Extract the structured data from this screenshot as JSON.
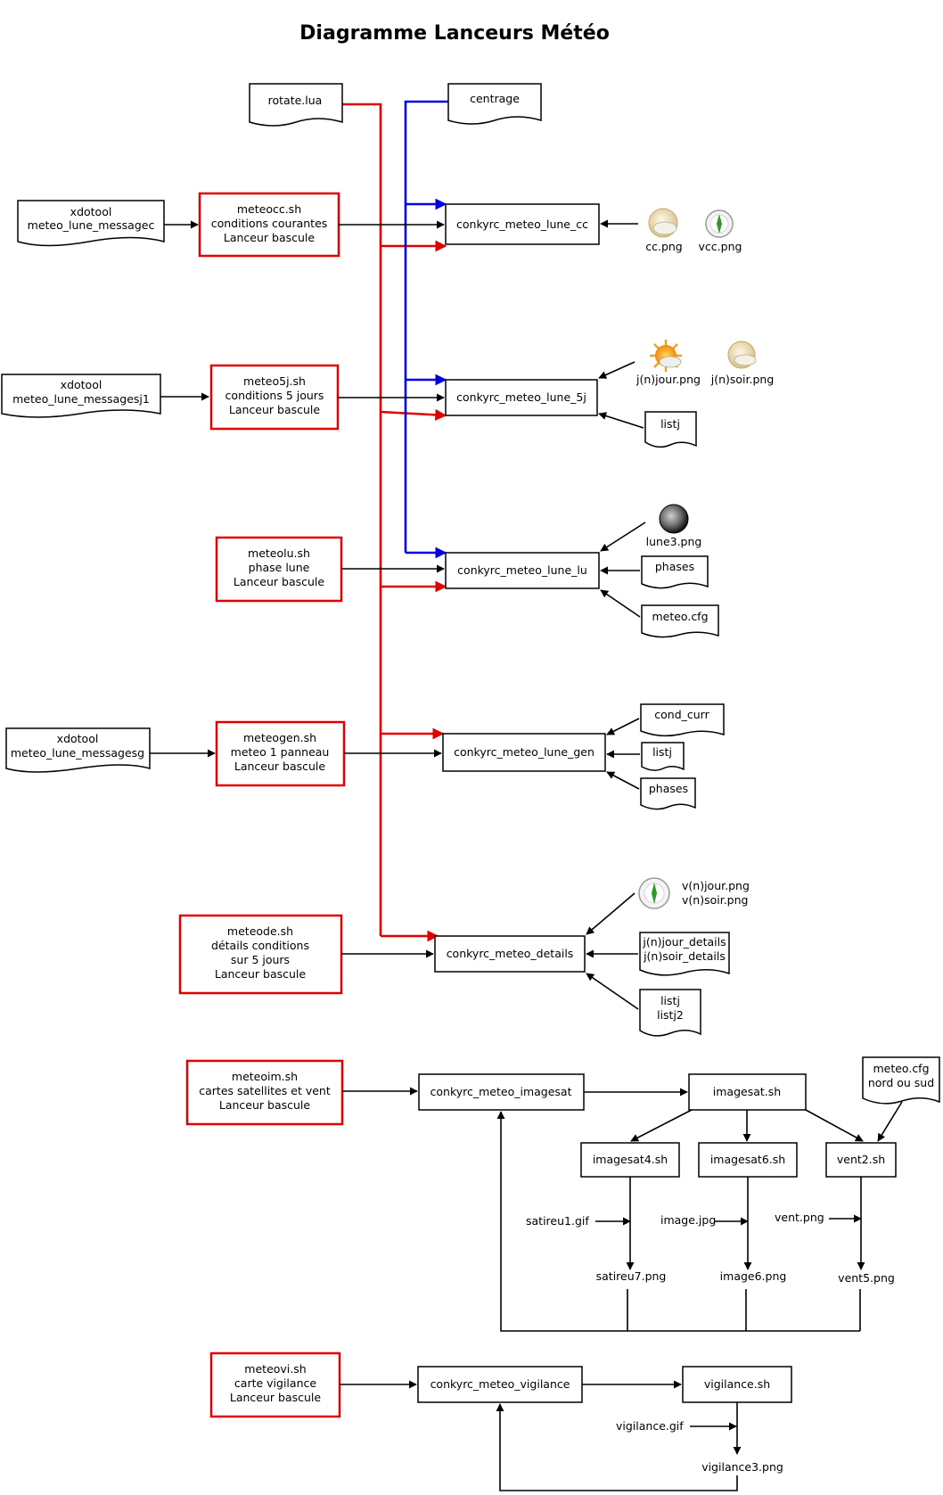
{
  "title": "Diagramme Lanceurs Météo",
  "sources": {
    "rotate": "rotate.lua",
    "centrage": "centrage"
  },
  "xdotool": {
    "cc": [
      "xdotool",
      "meteo_lune_messagec"
    ],
    "j5": [
      "xdotool",
      "meteo_lune_messagesj1"
    ],
    "gen": [
      "xdotool",
      "meteo_lune_messagesg"
    ]
  },
  "launchers": {
    "cc": [
      "meteocc.sh",
      "conditions courantes",
      "Lanceur bascule"
    ],
    "j5": [
      "meteo5j.sh",
      "conditions 5 jours",
      "Lanceur bascule"
    ],
    "lu": [
      "meteolu.sh",
      "phase lune",
      "Lanceur bascule"
    ],
    "gen": [
      "meteogen.sh",
      "meteo 1 panneau",
      "Lanceur bascule"
    ],
    "de": [
      "meteode.sh",
      "détails conditions",
      "sur 5 jours",
      "Lanceur bascule"
    ],
    "im": [
      "meteoim.sh",
      "cartes satellites et vent",
      "Lanceur bascule"
    ],
    "vi": [
      "meteovi.sh",
      "carte vigilance",
      "Lanceur bascule"
    ]
  },
  "conky": {
    "cc": "conkyrc_meteo_lune_cc",
    "j5": "conkyrc_meteo_lune_5j",
    "lu": "conkyrc_meteo_lune_lu",
    "gen": "conkyrc_meteo_lune_gen",
    "details": "conkyrc_meteo_details",
    "imagesat": "conkyrc_meteo_imagesat",
    "vigilance": "conkyrc_meteo_vigilance"
  },
  "images": {
    "cc": "cc.png",
    "vcc": "vcc.png",
    "jour": "j(n)jour.png",
    "soir": "j(n)soir.png",
    "lune": "lune3.png",
    "vjour": "v(n)jour.png",
    "vsoir": "v(n)soir.png"
  },
  "files": {
    "listj": "listj",
    "phases": "phases",
    "meteo_cfg": "meteo.cfg",
    "cond_curr": "cond_curr",
    "details": [
      "j(n)jour_details",
      "j(n)soir_details"
    ],
    "listj_listj2": [
      "listj",
      "listj2"
    ],
    "meteo_cfg_ns": [
      "meteo.cfg",
      "nord ou sud"
    ]
  },
  "scripts": {
    "imagesat": "imagesat.sh",
    "imagesat4": "imagesat4.sh",
    "imagesat6": "imagesat6.sh",
    "vent2": "vent2.sh",
    "vigilance": "vigilance.sh"
  },
  "outputs": {
    "satireu1": "satireu1.gif",
    "image_jpg": "image.jpg",
    "vent_png": "vent.png",
    "satireu7": "satireu7.png",
    "image6": "image6.png",
    "vent5": "vent5.png",
    "vigilance_gif": "vigilance.gif",
    "vigilance3": "vigilance3.png"
  },
  "colors": {
    "launcher_border": "#e00000",
    "red_line": "#e00000",
    "blue_line": "#0000e0",
    "sun": "#f3a21a",
    "cloud": "#e8d8a8"
  }
}
